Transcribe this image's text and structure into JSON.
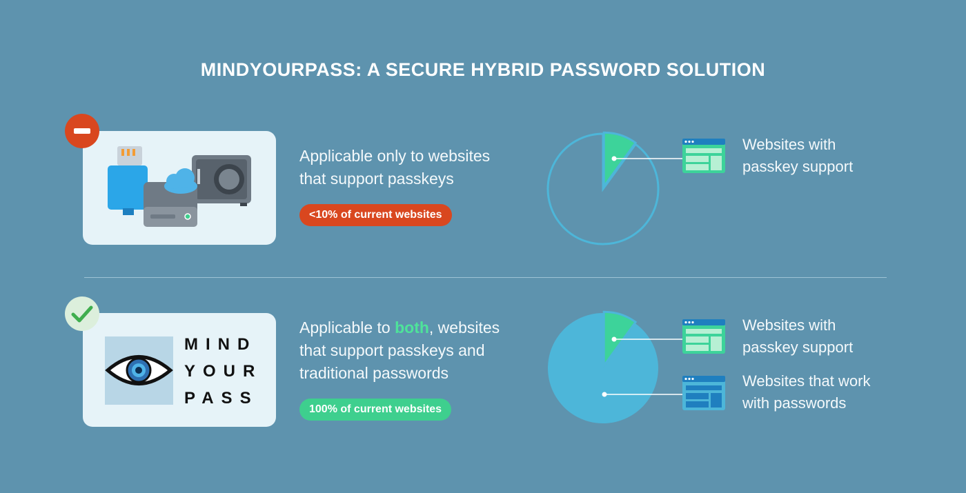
{
  "title": "MINDYOURPASS: A SECURE HYBRID PASSWORD SOLUTION",
  "colors": {
    "background": "#5e93ae",
    "negative": "#d9471f",
    "positive": "#3ecf8e",
    "passkey_slice": "#3dd39a",
    "password_slice": "#4db6d9",
    "card": "#e6f3f8"
  },
  "rows": [
    {
      "status": "minus-icon",
      "description_lines": [
        "Applicable only to websites",
        "that support passkeys"
      ],
      "badge": "<10% of current websites",
      "chart": {
        "passkey_share_percent": 10,
        "remaining_filled": false
      },
      "legend": [
        {
          "icon": "browser-window-icon",
          "lines": [
            "Websites with",
            "passkey support"
          ]
        }
      ]
    },
    {
      "status": "check-icon",
      "description": {
        "line1_pre": "Applicable to ",
        "line1_highlight": "both",
        "line1_post": ", websites",
        "line2": "that support passkeys and",
        "line3": "traditional passwords"
      },
      "badge": "100% of current websites",
      "logo": [
        "MIND",
        "YOUR",
        "PASS"
      ],
      "chart": {
        "passkey_share_percent": 10,
        "remaining_filled": true
      },
      "legend": [
        {
          "icon": "browser-window-icon",
          "lines": [
            "Websites with",
            "passkey support"
          ]
        },
        {
          "icon": "browser-window-icon",
          "lines": [
            "Websites that work",
            "with passwords"
          ]
        }
      ]
    }
  ]
}
